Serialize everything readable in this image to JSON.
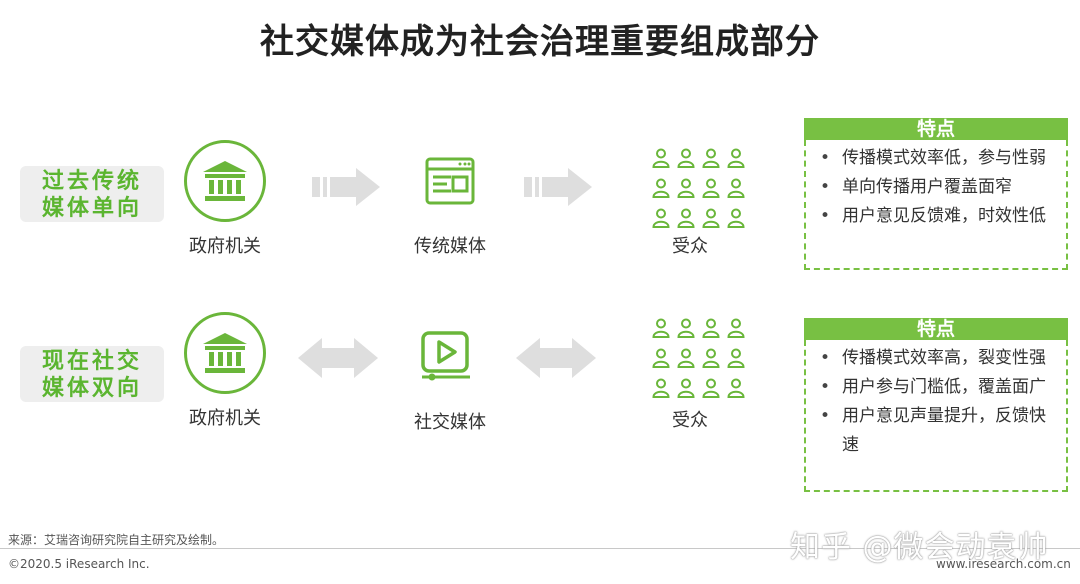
{
  "title": "社交媒体成为社会治理重要组成部分",
  "rows": [
    {
      "label_line1": "过去传统",
      "label_line2": "媒体单向",
      "gov_label": "政府机关",
      "media_label": "传统媒体",
      "audience_label": "受众",
      "arrow_type": "one-way",
      "features_title": "特点",
      "features": [
        "传播模式效率低，参与性弱",
        "单向传播用户覆盖面窄",
        "用户意见反馈难，时效性低"
      ]
    },
    {
      "label_line1": "现在社交",
      "label_line2": "媒体双向",
      "gov_label": "政府机关",
      "media_label": "社交媒体",
      "audience_label": "受众",
      "arrow_type": "two-way",
      "features_title": "特点",
      "features": [
        "传播模式效率高，裂变性强",
        "用户参与门槛低，覆盖面广",
        "用户意见声量提升，反馈快",
        "速"
      ]
    }
  ],
  "source": "来源：艾瑞咨询研究院自主研究及绘制。",
  "copyright": "©2020.5 iResearch Inc.",
  "website": "www.iresearch.com.cn",
  "watermark": "知乎 @微会动袁帅",
  "colors": {
    "accent": "#6ab63a",
    "header_green": "#78c043",
    "arrow_gray": "#dedede"
  },
  "icons": [
    "government-building-icon",
    "newspaper-icon",
    "video-play-icon",
    "audience-group-icon",
    "arrow-right-icon",
    "double-arrow-icon"
  ]
}
